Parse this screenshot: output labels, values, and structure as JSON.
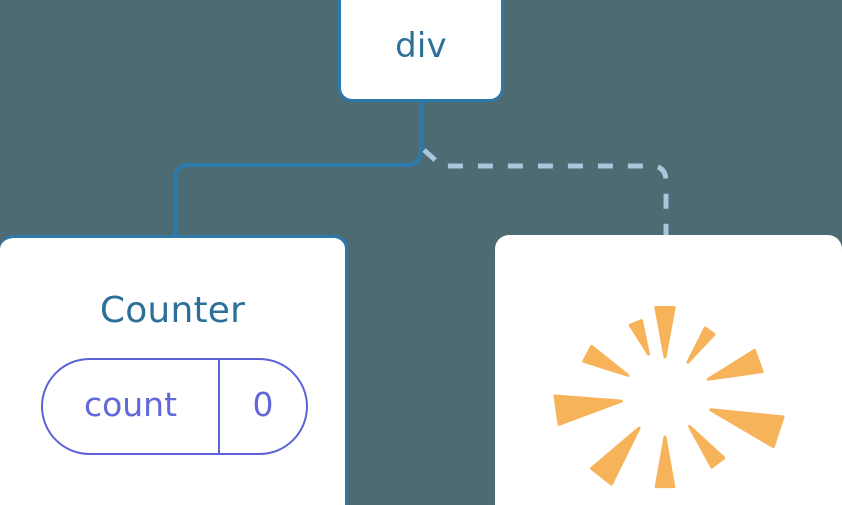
{
  "diagram": {
    "type": "component-tree",
    "background_color": "#4d6b73",
    "title_color": "#2c7099",
    "node_border_color": "#2e79ab",
    "node_fill_color": "#ffffff",
    "solid_edge_color": "#2e79ab",
    "dashed_edge_color": "#a8c7dc",
    "state_pill_color": "#6268d8",
    "burst_color": "#f7b35a"
  },
  "nodes": {
    "root": {
      "label": "div",
      "kind": "element-node"
    },
    "counter": {
      "label": "Counter",
      "kind": "component-node",
      "state": {
        "key": "count",
        "value": "0"
      }
    },
    "highlight": {
      "label": "",
      "kind": "burst-node",
      "icon": "sparkle-burst-icon",
      "ray_count": 10
    }
  },
  "edges": [
    {
      "id": "edge-root-counter",
      "from": "root",
      "to": "counter",
      "style": "solid",
      "color": "#2e79ab"
    },
    {
      "id": "edge-root-highlight",
      "from": "root",
      "to": "highlight",
      "style": "dashed",
      "color": "#a8c7dc"
    }
  ],
  "burst_rays": [
    {
      "angle": -90,
      "inner": 38,
      "outer": 88,
      "spread": 6.0
    },
    {
      "angle": -55,
      "inner": 40,
      "outer": 78,
      "spread": 4.0
    },
    {
      "angle": -20,
      "inner": 46,
      "outer": 100,
      "spread": 6.5
    },
    {
      "angle": 18,
      "inner": 48,
      "outer": 120,
      "spread": 7.5
    },
    {
      "angle": 52,
      "inner": 40,
      "outer": 86,
      "spread": 5.0
    },
    {
      "angle": 90,
      "inner": 42,
      "outer": 92,
      "spread": 5.5
    },
    {
      "angle": 128,
      "inner": 42,
      "outer": 104,
      "spread": 7.0
    },
    {
      "angle": 172,
      "inner": 44,
      "outer": 110,
      "spread": 7.5
    },
    {
      "angle": 208,
      "inner": 42,
      "outer": 88,
      "spread": 5.5
    },
    {
      "angle": 248,
      "inner": 44,
      "outer": 78,
      "spread": 4.5
    }
  ]
}
